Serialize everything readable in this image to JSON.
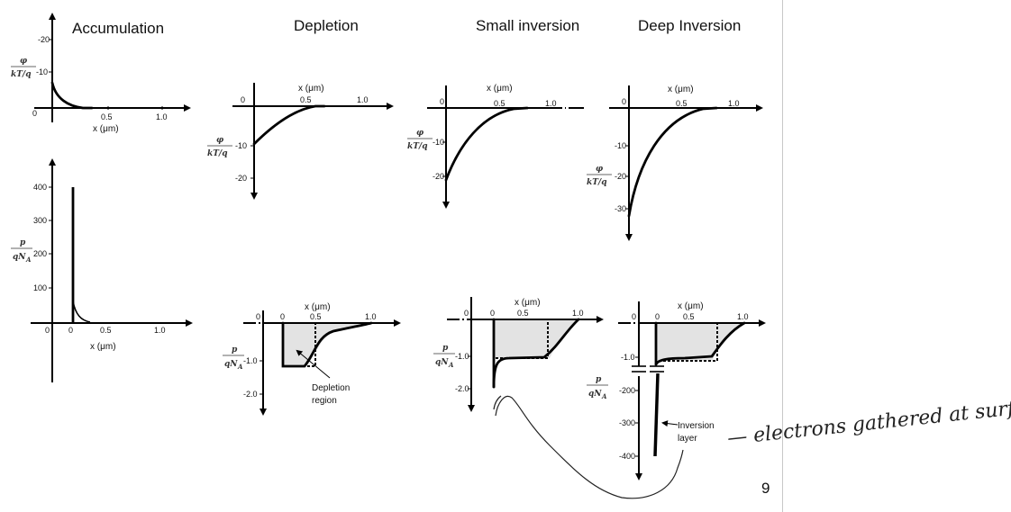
{
  "titles": {
    "accumulation": "Accumulation",
    "depletion": "Depletion",
    "small_inversion": "Small inversion",
    "deep_inversion": "Deep Inversion"
  },
  "axis_labels": {
    "x_um": "x (μm)",
    "phi_num": "φ",
    "phi_den": "kT/q",
    "p_num": "p",
    "p_den": "qN",
    "p_den_sub": "A"
  },
  "ticks": {
    "acc_phi_y": [
      "-20",
      "-10",
      "0"
    ],
    "acc_x": [
      "0.5",
      "1.0"
    ],
    "acc_p_y": [
      "400",
      "300",
      "200",
      "100",
      "0"
    ],
    "acc_p_x": [
      "0",
      "0.5",
      "1.0"
    ],
    "dep_phi_x": [
      "0",
      "0.5",
      "1.0"
    ],
    "dep_phi_y": [
      "-10",
      "-20"
    ],
    "dep_p_x": [
      "0",
      "0",
      "0.5",
      "1.0"
    ],
    "dep_p_y": [
      "-1.0",
      "-2.0"
    ],
    "si_phi_x": [
      "0",
      "0.5",
      "1.0"
    ],
    "si_phi_y": [
      "-10",
      "-20"
    ],
    "si_p_x": [
      "0",
      "0",
      "0.5",
      "1.0"
    ],
    "si_p_y": [
      "-1.0",
      "-2.0"
    ],
    "di_phi_x": [
      "0",
      "0.5",
      "1.0"
    ],
    "di_phi_y": [
      "-10",
      "-20",
      "-30"
    ],
    "di_p_x": [
      "0",
      "0",
      "0.5",
      "1.0"
    ],
    "di_p_y": [
      "-1.0",
      "-200",
      "-300",
      "-400"
    ]
  },
  "annotations": {
    "depletion_line1": "Depletion",
    "depletion_line2": "region",
    "inversion_line1": "Inversion",
    "inversion_line2": "layer"
  },
  "handwriting": "— electrons gathered at surface",
  "page_number": "9"
}
